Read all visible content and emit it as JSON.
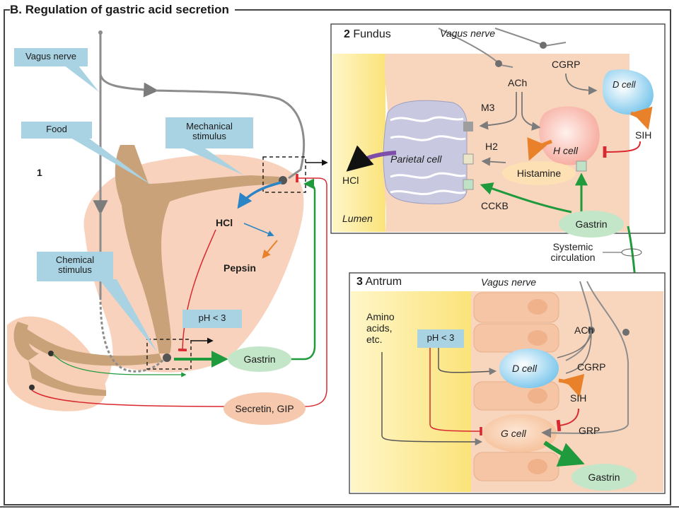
{
  "title": "B. Regulation of gastric acid secretion",
  "section1": {
    "number": "1",
    "vagus_nerve": "Vagus nerve",
    "food": "Food",
    "mechanical_stimulus": "Mechanical stimulus",
    "chemical_stimulus": "Chemical stimulus",
    "hcl": "HCl",
    "pepsin": "Pepsin",
    "ph": "pH < 3",
    "gastrin": "Gastrin",
    "secretin_gip": "Secretin, GIP"
  },
  "fundus": {
    "number": "2",
    "title": "Fundus",
    "vagus_nerve": "Vagus nerve",
    "ach": "ACh",
    "cgrp": "CGRP",
    "d_cell": "D cell",
    "m3": "M3",
    "h2": "H2",
    "cckb": "CCKB",
    "parietal_cell": "Parietal cell",
    "h_cell": "H cell",
    "sih": "SIH",
    "histamine": "Histamine",
    "hcl": "HCl",
    "lumen": "Lumen",
    "gastrin": "Gastrin"
  },
  "systemic_circulation": "Systemic circulation",
  "antrum": {
    "number": "3",
    "title": "Antrum",
    "vagus_nerve": "Vagus nerve",
    "amino_acids": "Amino acids, etc.",
    "ph": "pH < 3",
    "ach": "ACh",
    "cgrp": "CGRP",
    "d_cell": "D cell",
    "sih": "SIH",
    "grp": "GRP",
    "g_cell": "G cell",
    "gastrin": "Gastrin"
  },
  "colors": {
    "stomach": "#f6cdb3",
    "food_tract": "#c9a27a",
    "nerve": "#8d8d8d",
    "stimulation": "#1f9a3d",
    "inhibition": "#d9282f",
    "label_box": "#a9d3e3",
    "gastrin_pill": "#c3e6c8",
    "secretin_pill": "#f6c8ad",
    "lumen": "#fcec9a"
  }
}
